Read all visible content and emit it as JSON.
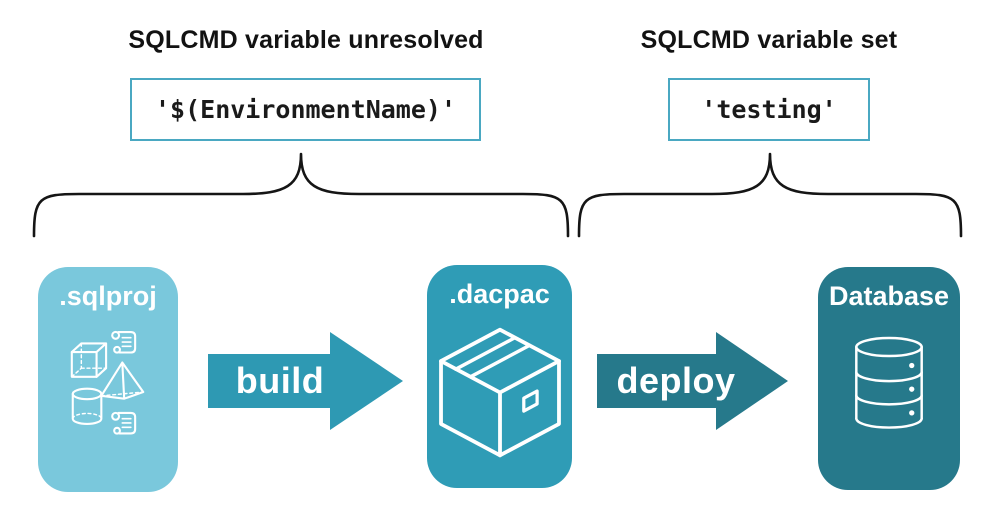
{
  "annotations": {
    "left": {
      "heading": "SQLCMD variable unresolved",
      "code": "'$(EnvironmentName)'"
    },
    "right": {
      "heading": "SQLCMD variable set",
      "code": "'testing'"
    }
  },
  "pipeline": {
    "nodes": [
      {
        "id": "sqlproj",
        "label": ".sqlproj",
        "color": "#7ac8dc",
        "icon": "sql-objects-icon"
      },
      {
        "id": "dacpac",
        "label": ".dacpac",
        "color": "#2f9cb6",
        "icon": "package-box-icon"
      },
      {
        "id": "database",
        "label": "Database",
        "color": "#26798b",
        "icon": "database-cylinder-icon"
      }
    ],
    "arrows": [
      {
        "id": "build",
        "label": "build",
        "color": "#2e99b3"
      },
      {
        "id": "deploy",
        "label": "deploy",
        "color": "#26798b"
      }
    ]
  },
  "colors": {
    "code_box_border": "#4aa8c2",
    "brace_stroke": "#151515",
    "heading_text": "#121212",
    "code_text": "#1a1a1a",
    "icon_stroke": "#ffffff",
    "background": "#ffffff"
  }
}
